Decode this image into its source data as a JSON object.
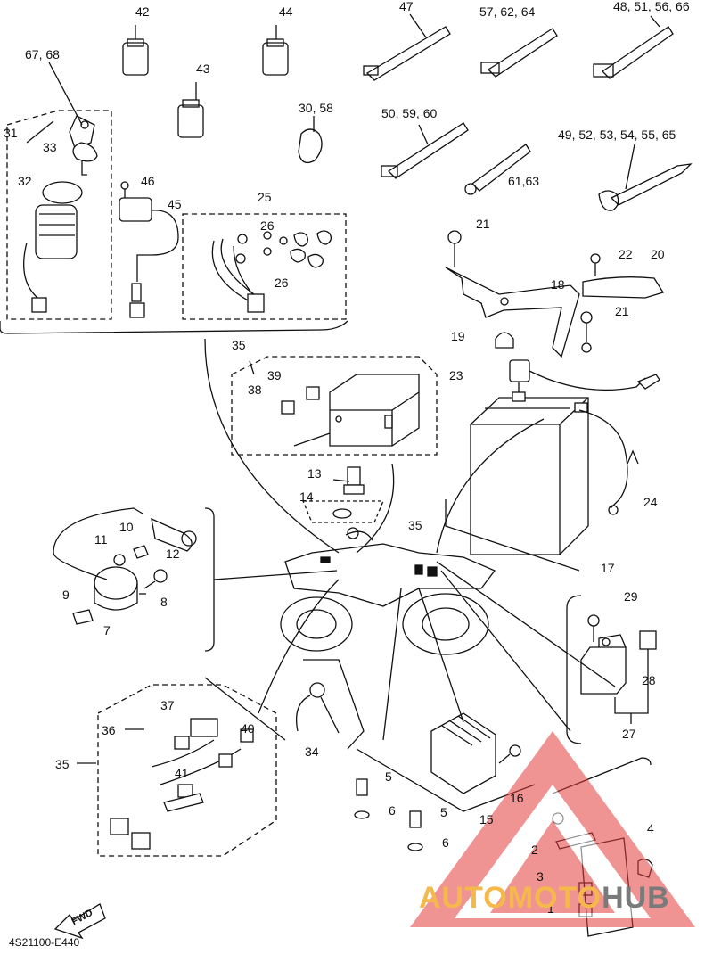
{
  "diagram_code": "4S21100-E440",
  "fwd_label": "FWD",
  "watermark": {
    "part1": "AUTOMOTO",
    "part2": "HUB",
    "color1": "#f5b84a",
    "color2": "#7a7a7a",
    "logo_color": "#e23b3b"
  },
  "labels": {
    "l42": "42",
    "l44": "44",
    "l47": "47",
    "l57": "57, 62, 64",
    "l48": "48, 51, 56, 66",
    "l67": "67, 68",
    "l43": "43",
    "l30": "30, 58",
    "l50": "50, 59, 60",
    "l49": "49, 52, 53, 54, 55, 65",
    "l61": "61,63",
    "l31": "31",
    "l33": "33",
    "l32": "32",
    "l46": "46",
    "l45": "45",
    "l25": "25",
    "l26a": "26",
    "l26b": "26",
    "l21a": "21",
    "l22": "22",
    "l20": "20",
    "l18": "18",
    "l21b": "21",
    "l19": "19",
    "l35a": "35",
    "l39": "39",
    "l38": "38",
    "l23": "23",
    "l13": "13",
    "l14": "14",
    "l24": "24",
    "l35b": "35",
    "l11": "11",
    "l10": "10",
    "l12": "12",
    "l9": "9",
    "l8": "8",
    "l7": "7",
    "l17": "17",
    "l29": "29",
    "l28": "28",
    "l27": "27",
    "l37": "37",
    "l36": "36",
    "l40": "40",
    "l35c": "35",
    "l41": "41",
    "l34": "34",
    "l5a": "5",
    "l6a": "6",
    "l5b": "5",
    "l6b": "6",
    "l16": "16",
    "l15": "15",
    "l2": "2",
    "l4": "4",
    "l3": "3",
    "l1": "1"
  }
}
